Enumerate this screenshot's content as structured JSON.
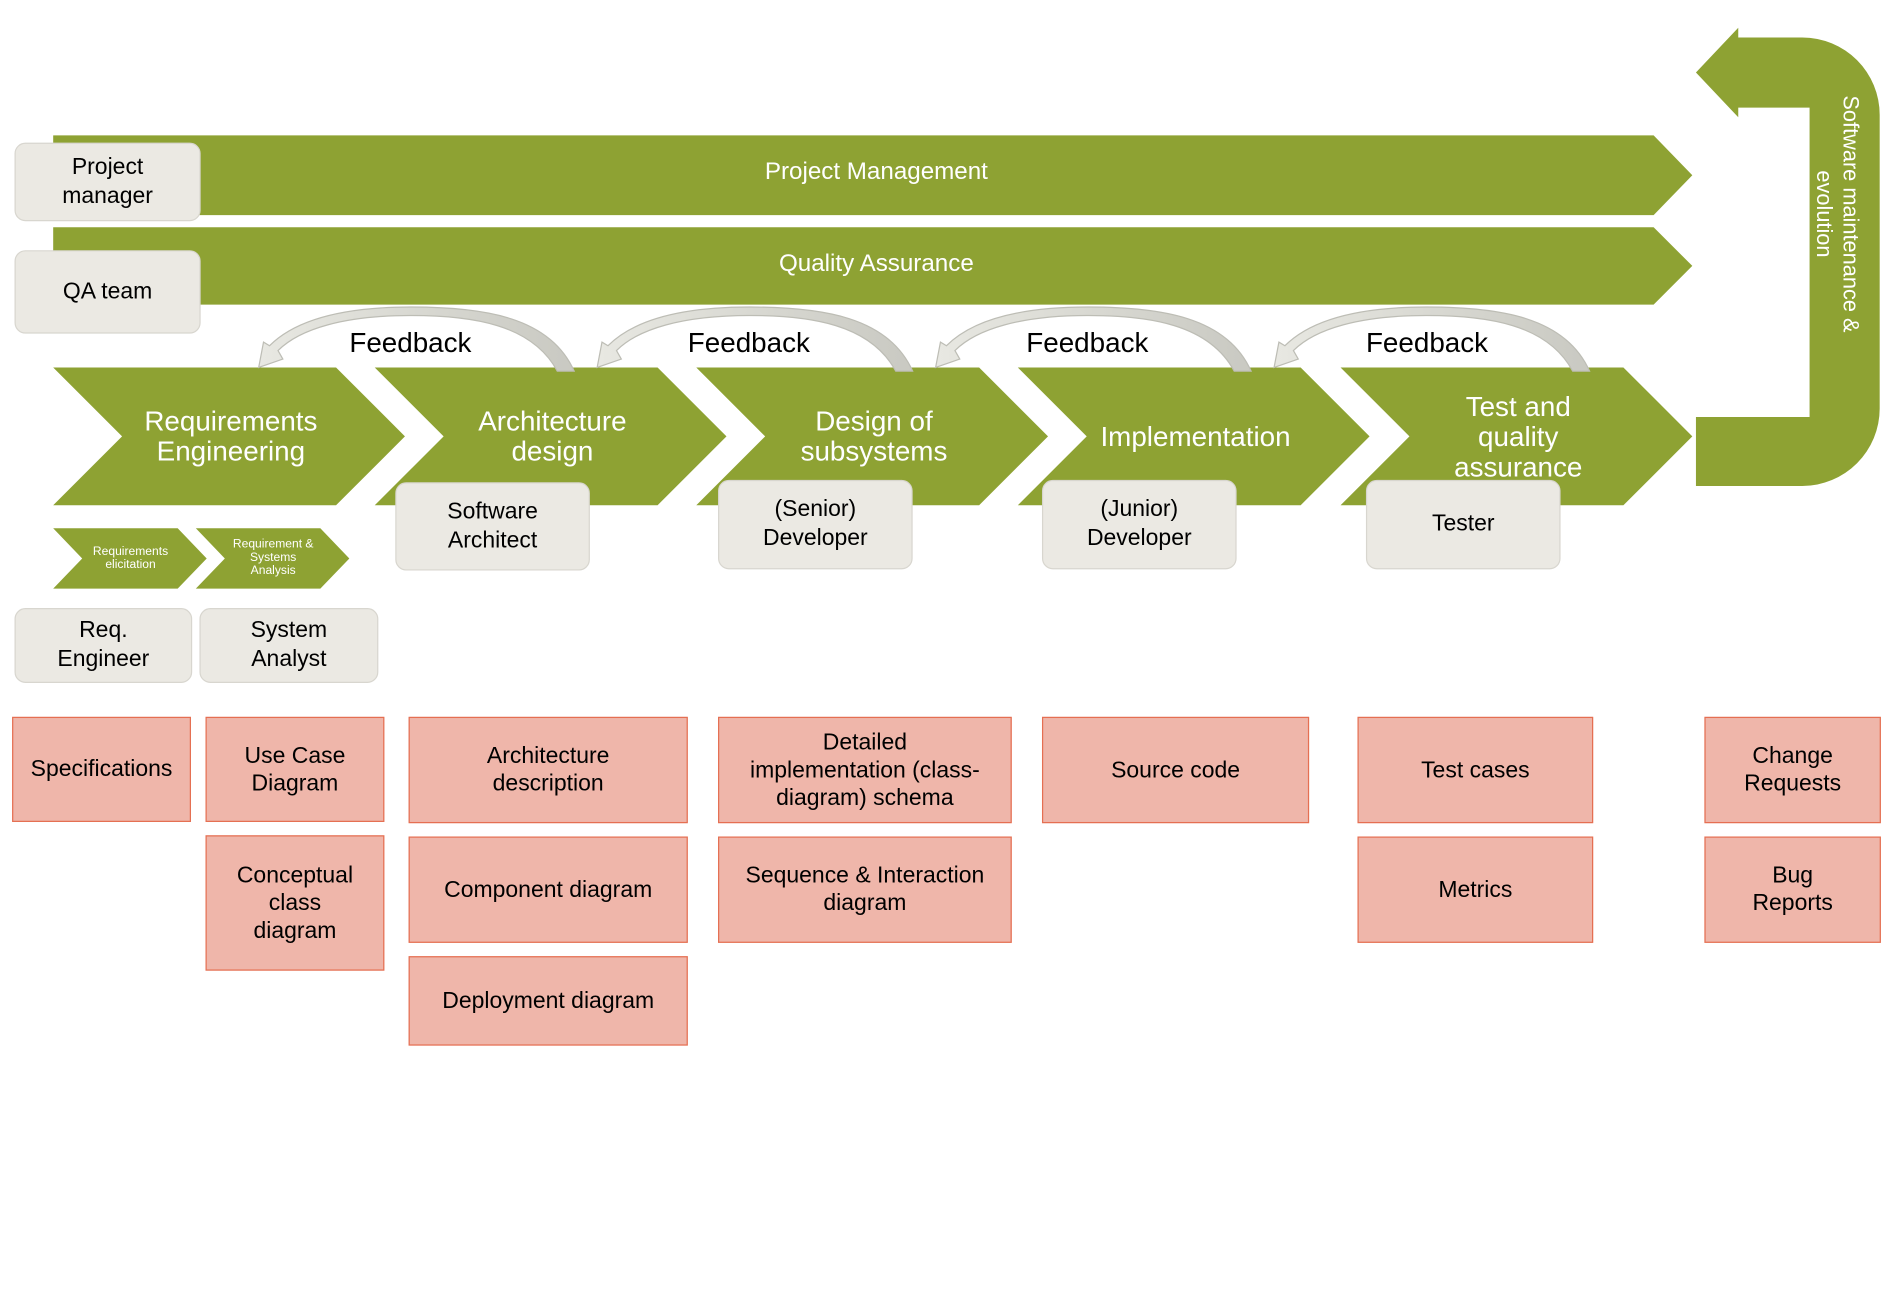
{
  "bands": {
    "project_management": "Project Management",
    "quality_assurance": "Quality Assurance"
  },
  "maintenance": {
    "label": "Software maintenance &\nevolution"
  },
  "feedback_label": "Feedback",
  "phases": [
    {
      "label": "Requirements\nEngineering"
    },
    {
      "label": "Architecture\ndesign"
    },
    {
      "label": "Design of\nsubsystems"
    },
    {
      "label": "Implementation"
    },
    {
      "label": "Test and\nquality\nassurance"
    }
  ],
  "subphases": [
    {
      "label": "Requirements\nelicitation"
    },
    {
      "label": "Requirement &\nSystems\nAnalysis"
    }
  ],
  "roles": {
    "project_manager": "Project\nmanager",
    "qa_team": "QA team",
    "req_engineer": "Req.\nEngineer",
    "system_analyst": "System\nAnalyst",
    "software_architect": "Software\nArchitect",
    "senior_developer": "(Senior)\nDeveloper",
    "junior_developer": "(Junior)\nDeveloper",
    "tester": "Tester"
  },
  "artifacts": {
    "specifications": "Specifications",
    "use_case_diagram": "Use Case\nDiagram",
    "conceptual_class_diagram": "Conceptual\nclass\ndiagram",
    "architecture_description": "Architecture\ndescription",
    "component_diagram": "Component diagram",
    "deployment_diagram": "Deployment diagram",
    "detailed_implementation": "Detailed\nimplementation (class-\ndiagram) schema",
    "sequence_interaction": "Sequence & Interaction\ndiagram",
    "source_code": "Source code",
    "test_cases": "Test cases",
    "metrics": "Metrics",
    "change_requests": "Change\nRequests",
    "bug_reports": "Bug\nReports"
  },
  "colors": {
    "green": "#8ea233",
    "role_fill": "#ebe9e3",
    "artifact_fill": "#efb6aa",
    "artifact_border": "#e56f52",
    "feedback_arrow": "#dcdcd6"
  }
}
